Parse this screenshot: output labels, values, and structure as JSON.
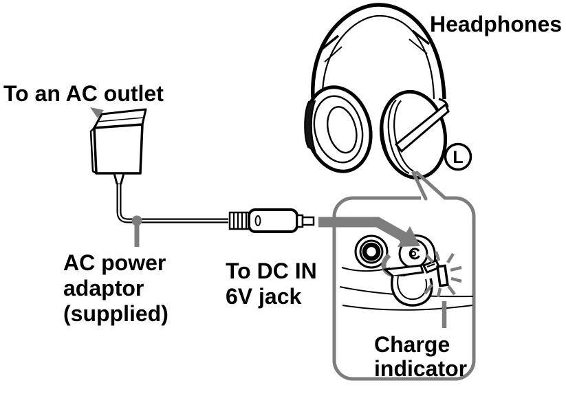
{
  "figure": {
    "labels": {
      "headphones": "Headphones",
      "to_ac_outlet": "To an AC outlet",
      "ac_adaptor": [
        "AC power",
        "adaptor",
        "(supplied)"
      ],
      "to_dc_jack": [
        "To DC IN",
        "6V jack"
      ],
      "charge_indicator": [
        "Charge",
        "indicator"
      ],
      "left_marker": "L"
    },
    "colors": {
      "line_art": "#000000",
      "callout_gray": "#7d7d7d",
      "background": "#ffffff"
    },
    "icons": {
      "ac_outlet_arrow": "↖",
      "plug_to_jack_arrow": "→",
      "flip_open_arrow": "⤵",
      "indicator_rays": "✳"
    }
  }
}
